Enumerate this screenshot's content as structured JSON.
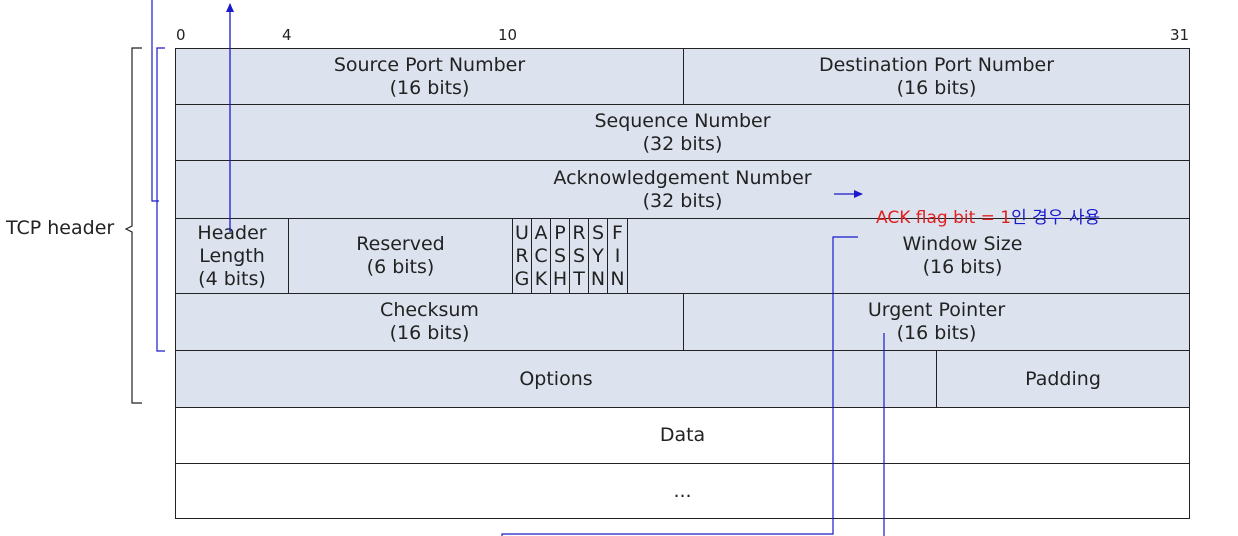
{
  "bit_positions": [
    "0",
    "4",
    "10",
    "31"
  ],
  "side_label": "TCP header",
  "rows": {
    "source_port": {
      "name": "Source Port Number",
      "bits": "(16 bits)"
    },
    "destination_port": {
      "name": "Destination Port Number",
      "bits": "(16 bits)"
    },
    "sequence_number": {
      "name": "Sequence Number",
      "bits": "(32 bits)"
    },
    "ack_number": {
      "name": "Acknowledgement Number",
      "bits": "(32 bits)"
    },
    "header_length": {
      "line1": "Header",
      "line2": "Length",
      "bits": "(4 bits)"
    },
    "reserved": {
      "name": "Reserved",
      "bits": "(6 bits)"
    },
    "window_size": {
      "name": "Window Size",
      "bits": "(16 bits)"
    },
    "checksum": {
      "name": "Checksum",
      "bits": "(16 bits)"
    },
    "urgent_pointer": {
      "name": "Urgent Pointer",
      "bits": "(16 bits)"
    },
    "options": {
      "name": "Options"
    },
    "padding": {
      "name": "Padding"
    },
    "data": {
      "name": "Data"
    },
    "more": {
      "name": "..."
    }
  },
  "flags": [
    {
      "letters": [
        "U",
        "R",
        "G"
      ]
    },
    {
      "letters": [
        "A",
        "C",
        "K"
      ]
    },
    {
      "letters": [
        "P",
        "S",
        "H"
      ]
    },
    {
      "letters": [
        "R",
        "S",
        "T"
      ]
    },
    {
      "letters": [
        "S",
        "Y",
        "N"
      ]
    },
    {
      "letters": [
        "F",
        "I",
        "N"
      ]
    }
  ],
  "ack_note": {
    "part1": "ACK flag bit = 1",
    "part2": "인 경우 사용"
  },
  "colors": {
    "field_fill": "#dce3ee",
    "annotation_blue": "#1a1acc",
    "annotation_red": "#e02020"
  }
}
